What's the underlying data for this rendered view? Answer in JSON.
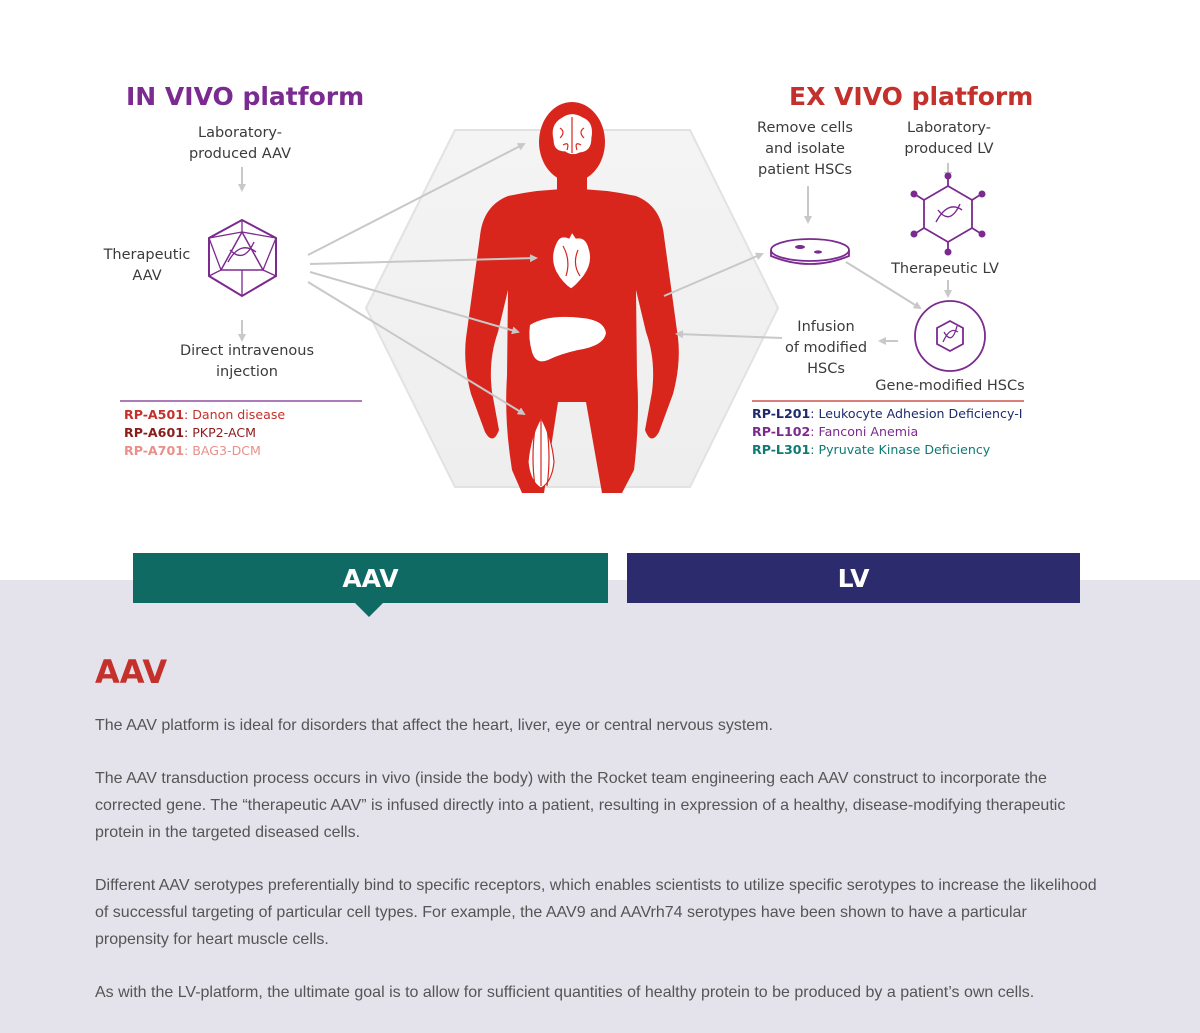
{
  "diagram": {
    "in_vivo_title": "IN VIVO platform",
    "ex_vivo_title": "EX VIVO platform",
    "in_vivo": {
      "lab_aav": "Laboratory-\nproduced AAV",
      "therapeutic_aav": "Therapeutic\nAAV",
      "injection": "Direct intravenous\ninjection",
      "programs": [
        {
          "code": "RP-A501",
          "name": ": Danon disease",
          "code_color": "#c4302b",
          "name_color": "#c4302b"
        },
        {
          "code": "RP-A601",
          "name": ": PKP2-ACM",
          "code_color": "#8b1c1c",
          "name_color": "#8b1c1c"
        },
        {
          "code": "RP-A701",
          "name": ": BAG3-DCM",
          "code_color": "#e8908a",
          "name_color": "#e8908a"
        }
      ]
    },
    "ex_vivo": {
      "remove_cells": "Remove cells\nand isolate\npatient HSCs",
      "lab_lv": "Laboratory-\nproduced LV",
      "therapeutic_lv": "Therapeutic LV",
      "infusion": "Infusion\nof modified\nHSCs",
      "gene_modified": "Gene-modified HSCs",
      "programs": [
        {
          "code": "RP-L201",
          "name": ": Leukocyte Adhesion Deficiency-I",
          "code_color": "#1f2a6b",
          "name_color": "#1f2a6b"
        },
        {
          "code": "RP-L102",
          "name": ": Fanconi Anemia",
          "code_color": "#7b2a8f",
          "name_color": "#7b2a8f"
        },
        {
          "code": "RP-L301",
          "name": ": Pyruvate Kinase Deficiency",
          "code_color": "#0e7a72",
          "name_color": "#0e7a72"
        }
      ]
    },
    "colors": {
      "in_vivo": "#7b2a8f",
      "ex_vivo": "#c4302b",
      "body": "#d9261c",
      "arrow": "#c8c8c8"
    }
  },
  "tabs": [
    {
      "label": "AAV",
      "color": "#0e6a62"
    },
    {
      "label": "LV",
      "color": "#2b2b6e"
    }
  ],
  "content": {
    "heading": "AAV",
    "paragraphs": [
      "The AAV platform is ideal for disorders that affect the heart, liver, eye or central nervous system.",
      "The AAV transduction process occurs in vivo (inside the body) with the Rocket team engineering each AAV construct to incorporate the corrected gene. The “therapeutic AAV” is infused directly into a patient, resulting in expression of a healthy, disease-modifying therapeutic protein in the targeted diseased cells.",
      "Different AAV serotypes preferentially bind to specific receptors, which enables scientists to utilize specific serotypes to increase the likelihood of successful targeting of particular cell types. For example, the AAV9 and AAVrh74 serotypes have been shown to have a particular propensity for heart muscle cells.",
      "As with the LV-platform, the ultimate goal is to allow for sufficient quantities of healthy protein to be produced by a patient’s own cells."
    ]
  }
}
